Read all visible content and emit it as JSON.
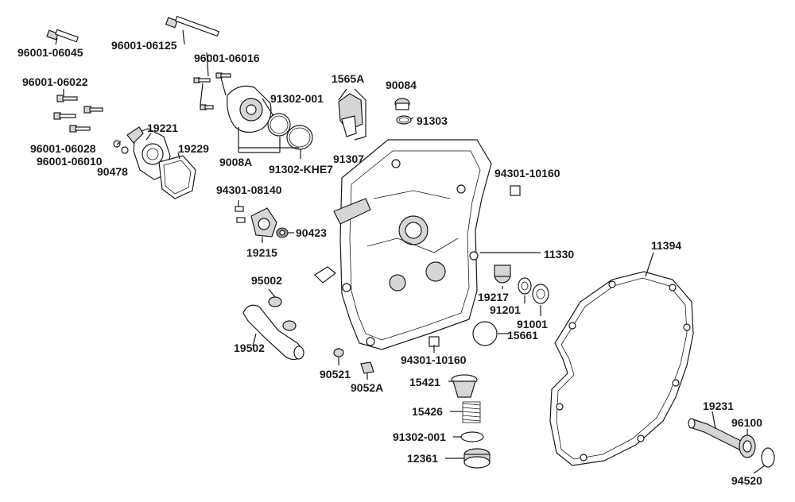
{
  "labels": {
    "p96001_06045": "96001-06045",
    "p96001_06125": "96001-06125",
    "p96001_06016": "96001-06016",
    "p96001_06022": "96001-06022",
    "p96001_06028": "96001-06028",
    "p96001_06010": "96001-06010",
    "p90478": "90478",
    "p19221": "19221",
    "p19229": "19229",
    "p91302_001_top": "91302-001",
    "p9008A": "9008A",
    "p91302_KHE7": "91302-KHE7",
    "p1565A": "1565A",
    "p91307": "91307",
    "p90084": "90084",
    "p91303": "91303",
    "p94301_10160_top": "94301-10160",
    "p94301_08140": "94301-08140",
    "p90423": "90423",
    "p19215": "19215",
    "p11330": "11330",
    "p11394": "11394",
    "p95002": "95002",
    "p19217": "19217",
    "p91201": "91201",
    "p91001": "91001",
    "p15661": "15661",
    "p19502": "19502",
    "p94301_10160_bot": "94301-10160",
    "p90521": "90521",
    "p9052A": "9052A",
    "p15421": "15421",
    "p15426": "15426",
    "p91302_001_bot": "91302-001",
    "p12361": "12361",
    "p19231": "19231",
    "p96100": "96100",
    "p94520": "94520"
  }
}
